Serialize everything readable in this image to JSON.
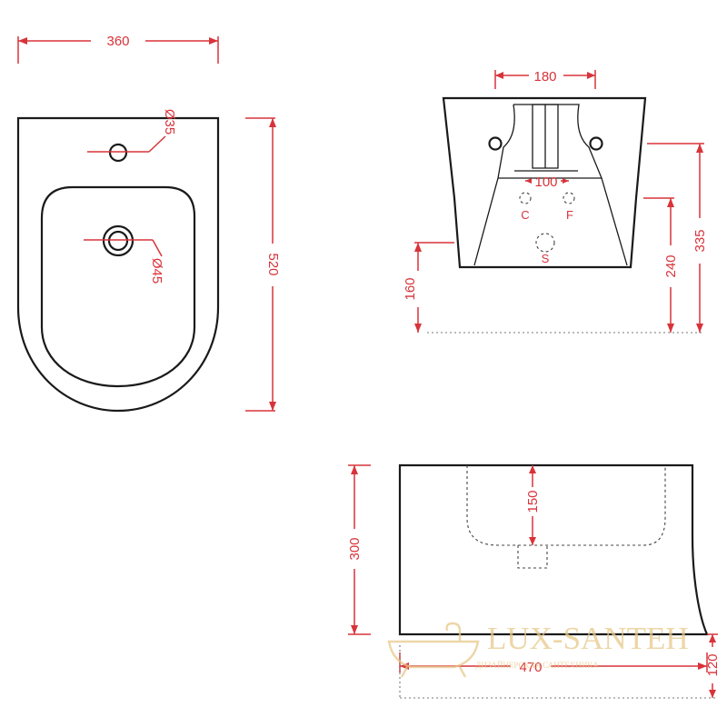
{
  "top_view": {
    "width": "360",
    "depth": "520",
    "tap_hole": "Ø35",
    "drain_hole": "Ø45"
  },
  "rear_view": {
    "fixing_spacing": "180",
    "inlet_spacing": "100",
    "inlet_cold": "C",
    "inlet_hot": "F",
    "waste": "S",
    "waste_height": "160",
    "inlet_height": "240",
    "total_height": "335"
  },
  "side_view": {
    "height": "300",
    "bowl_depth": "150",
    "length": "470",
    "floor_clearance": "120"
  },
  "watermark": {
    "brand": "LUX-SANTEH",
    "tagline": "ДИЗАЙНЕРСКАЯ САНТЕХНИКА",
    "color": "#e7c98a"
  },
  "colors": {
    "dimension": "#d8333a",
    "outline": "#1a1a1a"
  }
}
